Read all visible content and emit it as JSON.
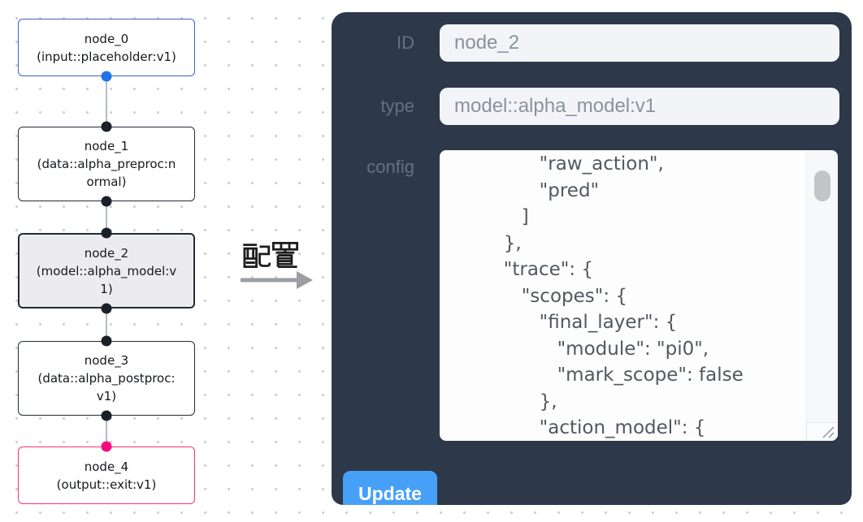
{
  "pipeline": {
    "nodes": [
      {
        "id": "node_0",
        "subtitle": "(input::placeholder:v1)",
        "role": "input"
      },
      {
        "id": "node_1",
        "subtitle": "(data::alpha_preproc:normal)",
        "role": "data"
      },
      {
        "id": "node_2",
        "subtitle": "(model::alpha_model:v1)",
        "role": "model",
        "selected": true
      },
      {
        "id": "node_3",
        "subtitle": "(data::alpha_postproc:v1)",
        "role": "data"
      },
      {
        "id": "node_4",
        "subtitle": "(output::exit:v1)",
        "role": "output"
      }
    ]
  },
  "annotation": {
    "label": "配置"
  },
  "config_panel": {
    "id_field": {
      "label": "ID",
      "value": "node_2"
    },
    "type_field": {
      "label": "type",
      "value": "model::alpha_model:v1"
    },
    "config_field": {
      "label": "config",
      "value": "               \"raw_action\",\n               \"pred\"\n            ]\n         },\n         \"trace\": {\n            \"scopes\": {\n               \"final_layer\": {\n                  \"module\": \"pi0\",\n                  \"mark_scope\": false\n               },\n               \"action_model\": {"
    },
    "update_button": "Update"
  },
  "colors": {
    "panel_bg": "#2d3848",
    "button_blue": "#47a0f8",
    "input_node_border": "#3c63c6",
    "output_node_border": "#f0357c",
    "input_port": "#2173ec",
    "output_port": "#f30c80",
    "default_port": "#1b2129",
    "selected_node_bg": "#ececee"
  }
}
